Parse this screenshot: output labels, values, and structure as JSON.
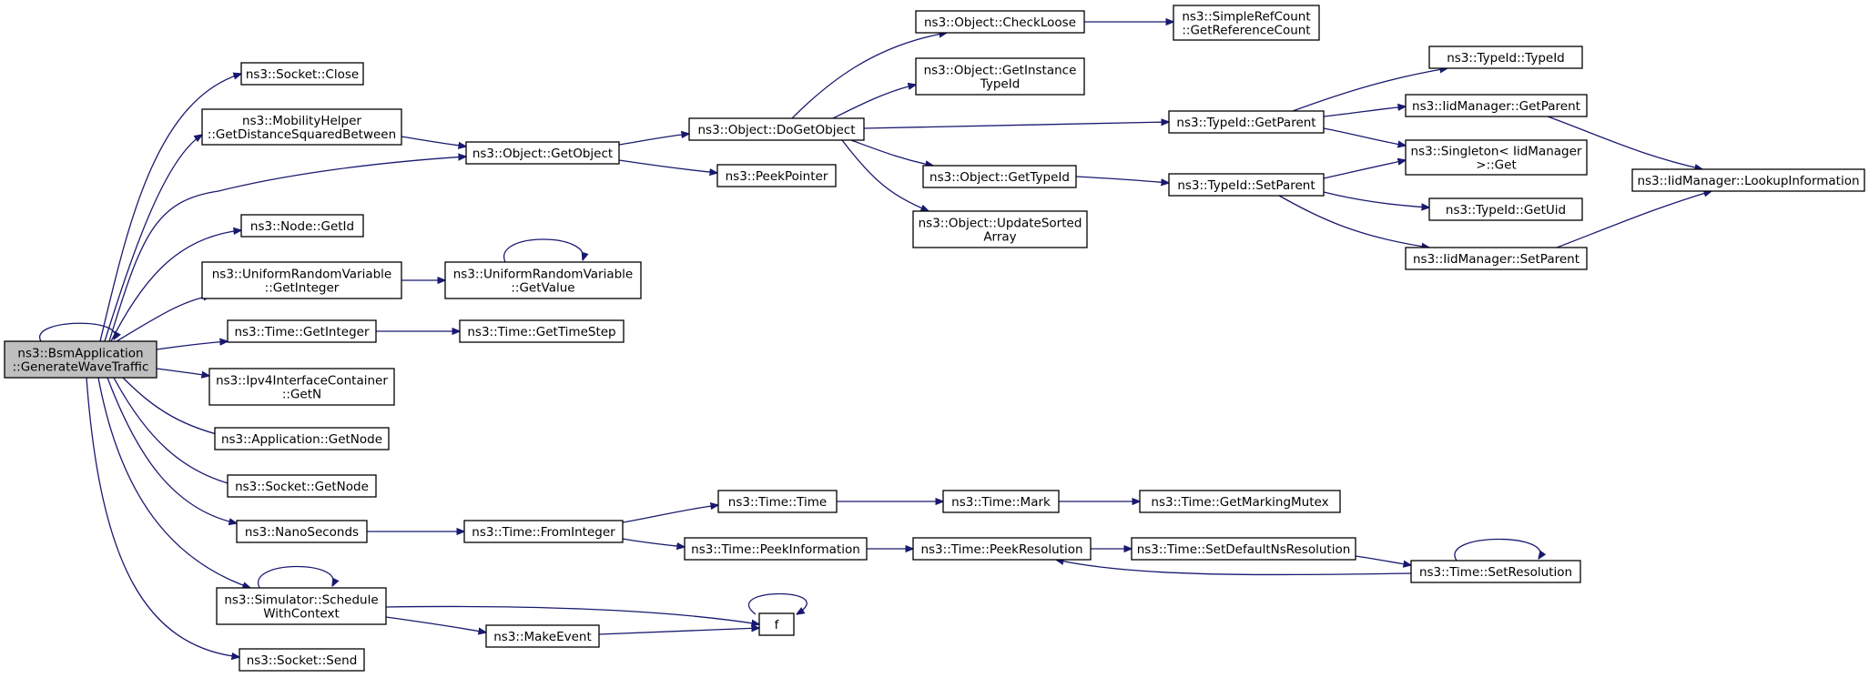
{
  "graph": {
    "colors": {
      "edge": "#191970",
      "node_border": "#000000",
      "root_fill": "#bfbfbf",
      "node_fill": "#ffffff"
    },
    "nodes": [
      {
        "id": "root",
        "lines": [
          "ns3::BsmApplication",
          "::GenerateWaveTraffic"
        ],
        "root": true
      },
      {
        "id": "sockClose",
        "lines": [
          "ns3::Socket::Close"
        ]
      },
      {
        "id": "mobHelper",
        "lines": [
          "ns3::MobilityHelper",
          "::GetDistanceSquaredBetween"
        ]
      },
      {
        "id": "objGetObject",
        "lines": [
          "ns3::Object::GetObject"
        ]
      },
      {
        "id": "objDoGetObject",
        "lines": [
          "ns3::Object::DoGetObject"
        ]
      },
      {
        "id": "peekPointer",
        "lines": [
          "ns3::PeekPointer"
        ]
      },
      {
        "id": "checkLoose",
        "lines": [
          "ns3::Object::CheckLoose"
        ]
      },
      {
        "id": "refCount",
        "lines": [
          "ns3::SimpleRefCount",
          "::GetReferenceCount"
        ]
      },
      {
        "id": "getInstTypeId",
        "lines": [
          "ns3::Object::GetInstance",
          "TypeId"
        ]
      },
      {
        "id": "typeIdGetParent",
        "lines": [
          "ns3::TypeId::GetParent"
        ]
      },
      {
        "id": "typeIdTypeId",
        "lines": [
          "ns3::TypeId::TypeId"
        ]
      },
      {
        "id": "iidGetParent",
        "lines": [
          "ns3::IidManager::GetParent"
        ]
      },
      {
        "id": "singletonGet",
        "lines": [
          "ns3::Singleton< IidManager",
          " >::Get"
        ]
      },
      {
        "id": "lookupInfo",
        "lines": [
          "ns3::IidManager::LookupInformation"
        ]
      },
      {
        "id": "objGetTypeId",
        "lines": [
          "ns3::Object::GetTypeId"
        ]
      },
      {
        "id": "typeIdSetParent",
        "lines": [
          "ns3::TypeId::SetParent"
        ]
      },
      {
        "id": "updateSorted",
        "lines": [
          "ns3::Object::UpdateSorted",
          "Array"
        ]
      },
      {
        "id": "typeIdGetUid",
        "lines": [
          "ns3::TypeId::GetUid"
        ]
      },
      {
        "id": "iidSetParent",
        "lines": [
          "ns3::IidManager::SetParent"
        ]
      },
      {
        "id": "nodeGetId",
        "lines": [
          "ns3::Node::GetId"
        ]
      },
      {
        "id": "urvGetInteger",
        "lines": [
          "ns3::UniformRandomVariable",
          "::GetInteger"
        ]
      },
      {
        "id": "urvGetValue",
        "lines": [
          "ns3::UniformRandomVariable",
          "::GetValue"
        ]
      },
      {
        "id": "timeGetInteger",
        "lines": [
          "ns3::Time::GetInteger"
        ]
      },
      {
        "id": "timeGetTimeStep",
        "lines": [
          "ns3::Time::GetTimeStep"
        ]
      },
      {
        "id": "ipv4GetN",
        "lines": [
          "ns3::Ipv4InterfaceContainer",
          "::GetN"
        ]
      },
      {
        "id": "appGetNode",
        "lines": [
          "ns3::Application::GetNode"
        ]
      },
      {
        "id": "sockGetNode",
        "lines": [
          "ns3::Socket::GetNode"
        ]
      },
      {
        "id": "nanoSeconds",
        "lines": [
          "ns3::NanoSeconds"
        ]
      },
      {
        "id": "timeFromInteger",
        "lines": [
          "ns3::Time::FromInteger"
        ]
      },
      {
        "id": "timeTime",
        "lines": [
          "ns3::Time::Time"
        ]
      },
      {
        "id": "timeMark",
        "lines": [
          "ns3::Time::Mark"
        ]
      },
      {
        "id": "getMarkingMutex",
        "lines": [
          "ns3::Time::GetMarkingMutex"
        ]
      },
      {
        "id": "peekInformation",
        "lines": [
          "ns3::Time::PeekInformation"
        ]
      },
      {
        "id": "peekResolution",
        "lines": [
          "ns3::Time::PeekResolution"
        ]
      },
      {
        "id": "setDefaultNs",
        "lines": [
          "ns3::Time::SetDefaultNsResolution"
        ]
      },
      {
        "id": "setResolution",
        "lines": [
          "ns3::Time::SetResolution"
        ]
      },
      {
        "id": "simSchedule",
        "lines": [
          "ns3::Simulator::Schedule",
          "WithContext"
        ]
      },
      {
        "id": "makeEvent",
        "lines": [
          "ns3::MakeEvent"
        ]
      },
      {
        "id": "f",
        "lines": [
          "f"
        ]
      },
      {
        "id": "sockSend",
        "lines": [
          "ns3::Socket::Send"
        ]
      }
    ],
    "edges": [
      [
        "root",
        "root"
      ],
      [
        "root",
        "sockClose"
      ],
      [
        "root",
        "mobHelper"
      ],
      [
        "root",
        "objGetObject"
      ],
      [
        "root",
        "nodeGetId"
      ],
      [
        "root",
        "urvGetInteger"
      ],
      [
        "root",
        "timeGetInteger"
      ],
      [
        "root",
        "ipv4GetN"
      ],
      [
        "root",
        "appGetNode"
      ],
      [
        "root",
        "sockGetNode"
      ],
      [
        "root",
        "nanoSeconds"
      ],
      [
        "root",
        "simSchedule"
      ],
      [
        "root",
        "sockSend"
      ],
      [
        "mobHelper",
        "objGetObject"
      ],
      [
        "objGetObject",
        "objDoGetObject"
      ],
      [
        "objGetObject",
        "peekPointer"
      ],
      [
        "objDoGetObject",
        "checkLoose"
      ],
      [
        "objDoGetObject",
        "getInstTypeId"
      ],
      [
        "objDoGetObject",
        "typeIdGetParent"
      ],
      [
        "objDoGetObject",
        "objGetTypeId"
      ],
      [
        "objDoGetObject",
        "updateSorted"
      ],
      [
        "checkLoose",
        "refCount"
      ],
      [
        "typeIdGetParent",
        "typeIdTypeId"
      ],
      [
        "typeIdGetParent",
        "iidGetParent"
      ],
      [
        "typeIdGetParent",
        "singletonGet"
      ],
      [
        "iidGetParent",
        "lookupInfo"
      ],
      [
        "objGetTypeId",
        "typeIdSetParent"
      ],
      [
        "typeIdSetParent",
        "singletonGet"
      ],
      [
        "typeIdSetParent",
        "typeIdGetUid"
      ],
      [
        "typeIdSetParent",
        "iidSetParent"
      ],
      [
        "iidSetParent",
        "lookupInfo"
      ],
      [
        "urvGetInteger",
        "urvGetValue"
      ],
      [
        "urvGetValue",
        "urvGetValue"
      ],
      [
        "timeGetInteger",
        "timeGetTimeStep"
      ],
      [
        "nanoSeconds",
        "timeFromInteger"
      ],
      [
        "timeFromInteger",
        "timeTime"
      ],
      [
        "timeFromInteger",
        "peekInformation"
      ],
      [
        "timeTime",
        "timeMark"
      ],
      [
        "timeMark",
        "getMarkingMutex"
      ],
      [
        "peekInformation",
        "peekResolution"
      ],
      [
        "peekResolution",
        "setDefaultNs"
      ],
      [
        "setDefaultNs",
        "setResolution"
      ],
      [
        "setResolution",
        "peekResolution"
      ],
      [
        "setResolution",
        "setResolution"
      ],
      [
        "simSchedule",
        "simSchedule"
      ],
      [
        "simSchedule",
        "makeEvent"
      ],
      [
        "simSchedule",
        "f"
      ],
      [
        "makeEvent",
        "f"
      ],
      [
        "f",
        "f"
      ]
    ]
  }
}
